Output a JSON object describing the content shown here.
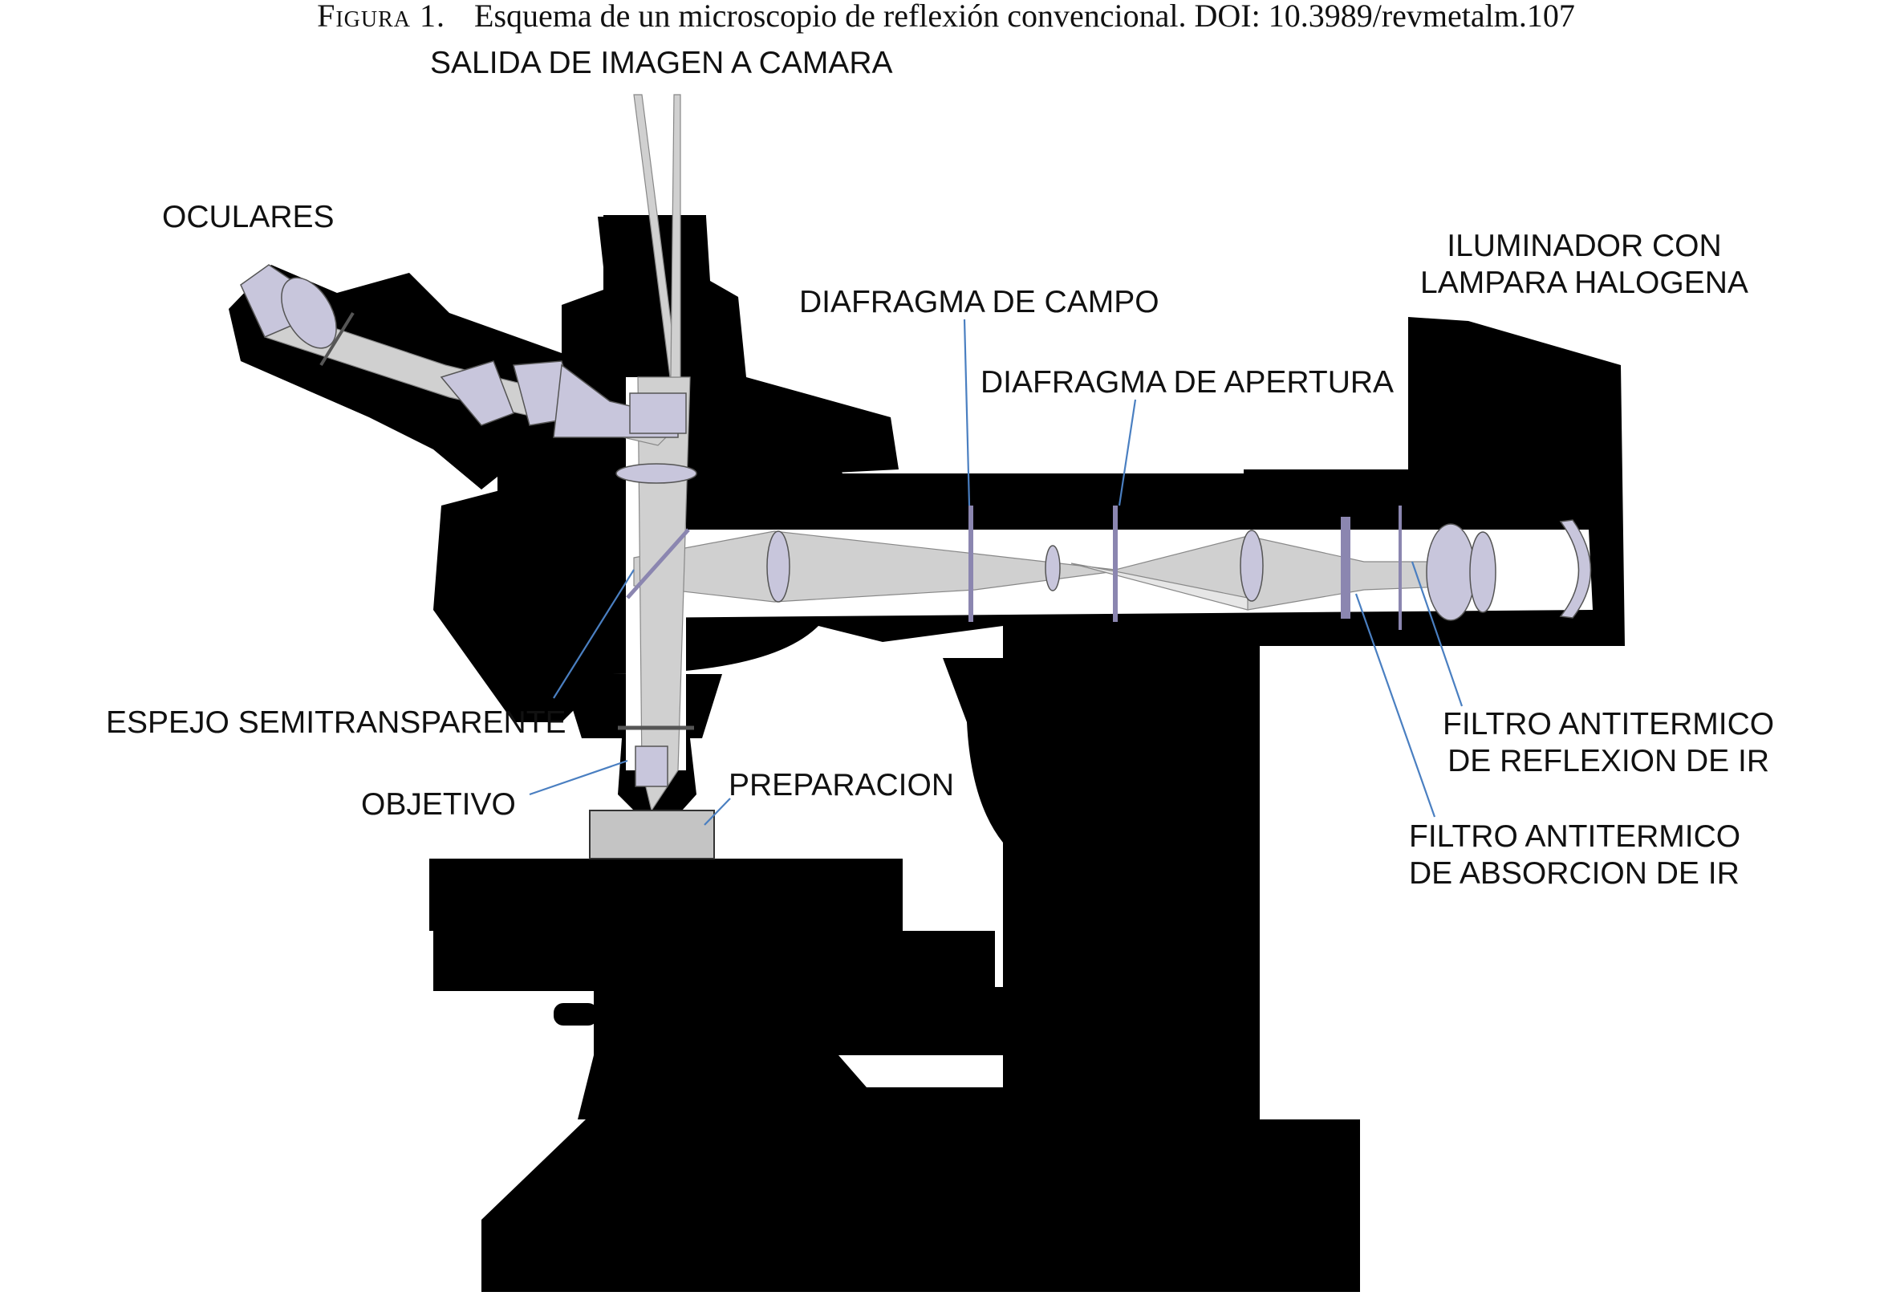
{
  "caption": {
    "figure_label": "Figura 1.",
    "text": "Esquema de un microscopio de reflexión convencional. DOI: 10.3989/revmetalm.107"
  },
  "labels": {
    "camera_output": "SALIDA DE IMAGEN A CAMARA",
    "eyepieces": "OCULARES",
    "illuminator_line1": "ILUMINADOR CON",
    "illuminator_line2": "LAMPARA HALOGENA",
    "field_diaphragm": "DIAFRAGMA DE CAMPO",
    "aperture_diaphragm": "DIAFRAGMA DE APERTURA",
    "half_mirror": "ESPEJO SEMITRANSPARENTE",
    "objective": "OBJETIVO",
    "specimen": "PREPARACION",
    "ir_reflection_filter_line1": "FILTRO ANTITERMICO",
    "ir_reflection_filter_line2": "DE REFLEXION DE IR",
    "ir_absorption_filter_line1": "FILTRO ANTITERMICO",
    "ir_absorption_filter_line2": "DE ABSORCION DE IR"
  },
  "colors": {
    "body": "#000000",
    "optics": "#c8c6dc",
    "beam": "#d0d0d0",
    "leader": "#4a7fc1",
    "specimen": "#c4c4c4",
    "filter": "#8b86b0"
  }
}
